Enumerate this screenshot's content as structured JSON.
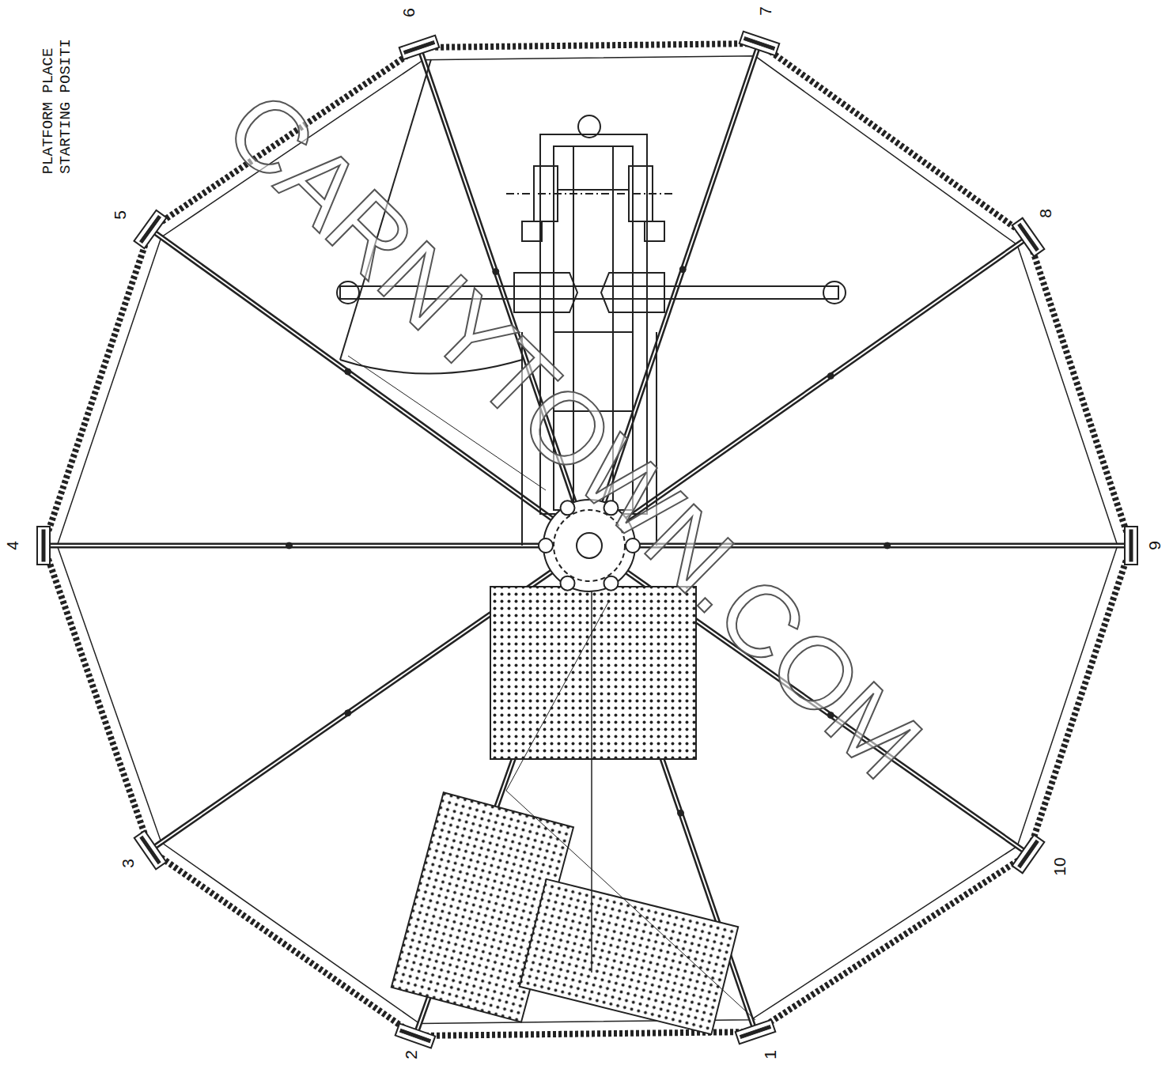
{
  "diagram": {
    "labels": [
      "PLATFORM PLACE",
      "STARTING POSITI",
      "6",
      "7",
      "8",
      "9",
      "10",
      "1",
      "2",
      "3",
      "4",
      "5",
      "CARNYTOWN.COM"
    ]
  }
}
